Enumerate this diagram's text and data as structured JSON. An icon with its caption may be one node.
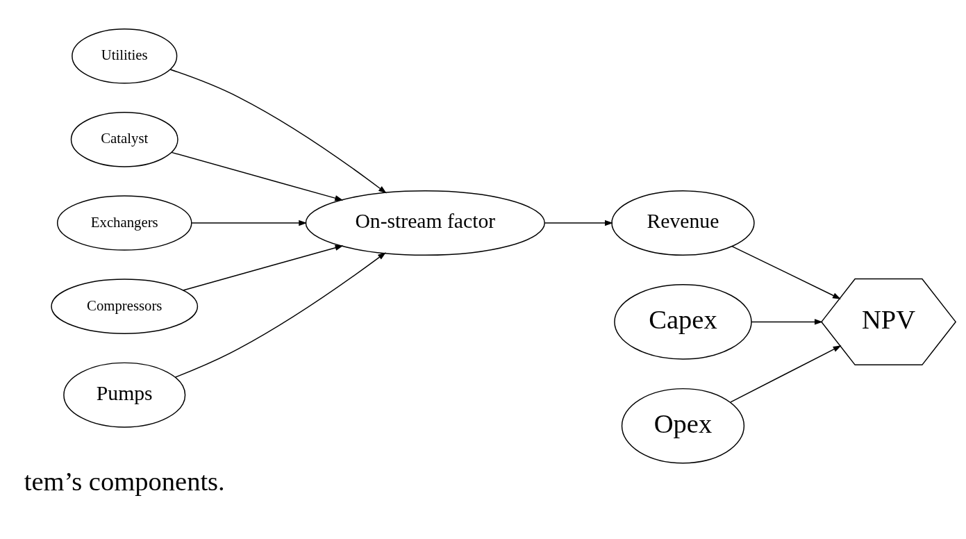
{
  "diagram": {
    "nodes": [
      {
        "text": [
          "Utilities"
        ]
      },
      {
        "text": [
          "Catalyst"
        ]
      },
      {
        "text": [
          "Exchangers"
        ]
      },
      {
        "text": [
          "On-stream factor"
        ]
      },
      {
        "text": [
          "Compressors"
        ]
      },
      {
        "text": [
          "Pumps"
        ]
      },
      {
        "text": [
          "Revenue"
        ]
      },
      {
        "text": [
          "Capex"
        ]
      },
      {
        "text": [
          "Opex"
        ]
      },
      {
        "text": [
          "NPV"
        ]
      }
    ],
    "edges": [
      {
        "from": 0,
        "to": 3,
        "arrow": "to"
      },
      {
        "from": 1,
        "to": 3,
        "arrow": "to"
      },
      {
        "from": 2,
        "to": 3,
        "arrow": "to"
      },
      {
        "from": 4,
        "to": 3,
        "arrow": "to"
      },
      {
        "from": 5,
        "to": 3,
        "arrow": "to"
      },
      {
        "from": 3,
        "to": 6,
        "arrow": "to"
      },
      {
        "from": 7,
        "to": 9,
        "arrow": "to"
      },
      {
        "from": 8,
        "to": 9,
        "arrow": "to"
      },
      {
        "from": 6,
        "to": 9,
        "arrow": "to"
      }
    ],
    "labels": [
      "tem’s components."
    ]
  }
}
